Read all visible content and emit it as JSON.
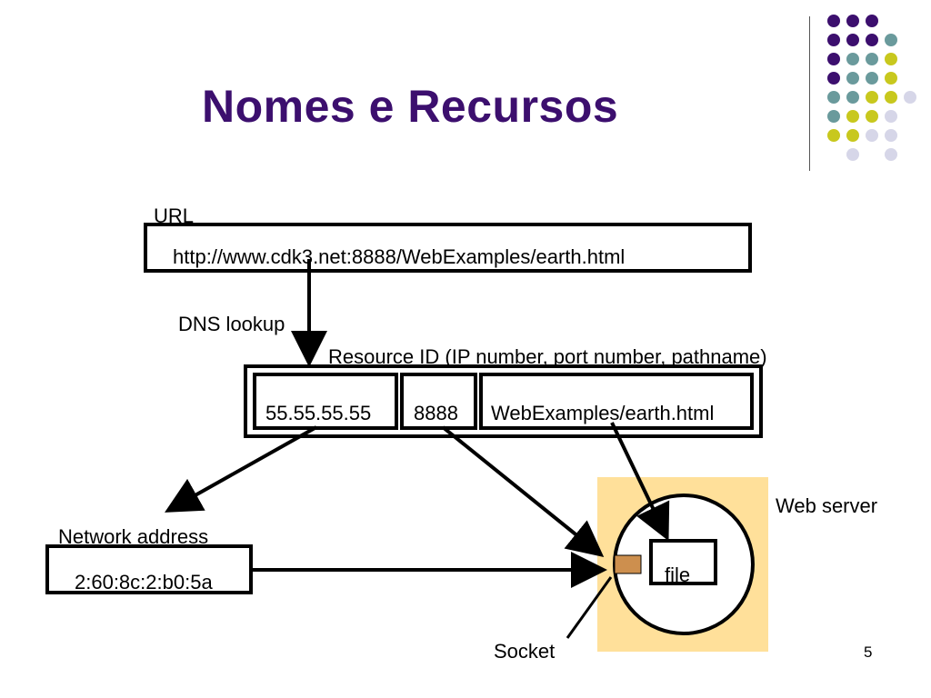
{
  "slide": {
    "title": "Nomes e Recursos",
    "page_number": "5"
  },
  "colors": {
    "title": "#3c0f6e",
    "dot_purple": "#3c0f6e",
    "dot_teal": "#6a9a9c",
    "dot_yellow": "#c8c81e",
    "dot_lavender": "#d6d6e8",
    "server_bg": "#ffe09a",
    "socket": "#cd8f4e"
  },
  "decoration": {
    "dot_grid": [
      [
        "dot_purple",
        "dot_purple",
        "dot_purple",
        null,
        null
      ],
      [
        "dot_purple",
        "dot_purple",
        "dot_purple",
        "dot_teal",
        null
      ],
      [
        "dot_purple",
        "dot_teal",
        "dot_teal",
        "dot_yellow",
        null
      ],
      [
        "dot_purple",
        "dot_teal",
        "dot_teal",
        "dot_yellow",
        null
      ],
      [
        "dot_teal",
        "dot_teal",
        "dot_yellow",
        "dot_yellow",
        "dot_lavender"
      ],
      [
        "dot_teal",
        "dot_yellow",
        "dot_yellow",
        "dot_lavender",
        null
      ],
      [
        "dot_yellow",
        "dot_yellow",
        "dot_lavender",
        "dot_lavender",
        null
      ],
      [
        null,
        "dot_lavender",
        null,
        "dot_lavender",
        null
      ]
    ]
  },
  "diagram": {
    "url_label": "URL",
    "url_value": "http://www.cdk3.net:8888/WebExamples/earth.html",
    "dns_label": "DNS lookup",
    "resource_label": "Resource ID (IP number, port number, pathname)",
    "ip_value": "55.55.55.55",
    "port_value": "8888",
    "path_value": "WebExamples/earth.html",
    "network_label": "Network address",
    "mac_value": "2:60:8c:2:b0:5a",
    "web_server_label": "Web server",
    "file_label": "file",
    "socket_label": "Socket"
  }
}
